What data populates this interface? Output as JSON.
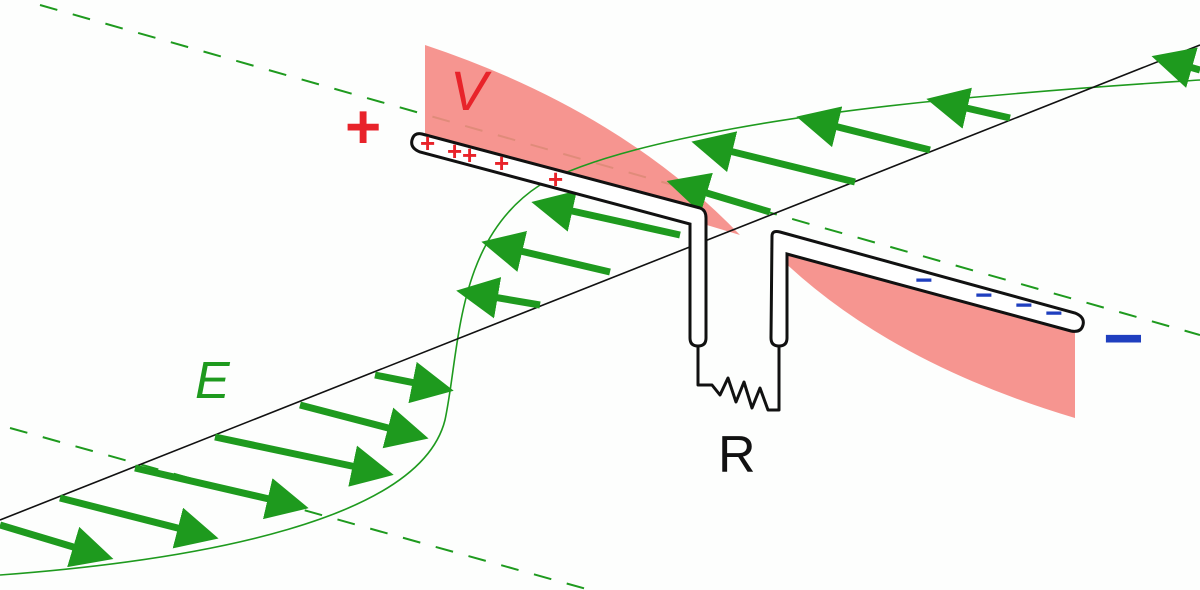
{
  "labels": {
    "voltage": "V",
    "field": "E",
    "resistor": "R",
    "positive_terminal": "+",
    "negative_terminal": "−"
  },
  "charges": {
    "positive_marks": [
      "+",
      "+",
      "+",
      "+",
      "+"
    ],
    "negative_marks": [
      "−",
      "−",
      "−",
      "−",
      "−"
    ]
  },
  "colors": {
    "voltage": "#f26b6b",
    "voltage_label": "#e8232a",
    "field": "#1e9a1e",
    "negative": "#1f3fbf",
    "line": "#000000"
  }
}
